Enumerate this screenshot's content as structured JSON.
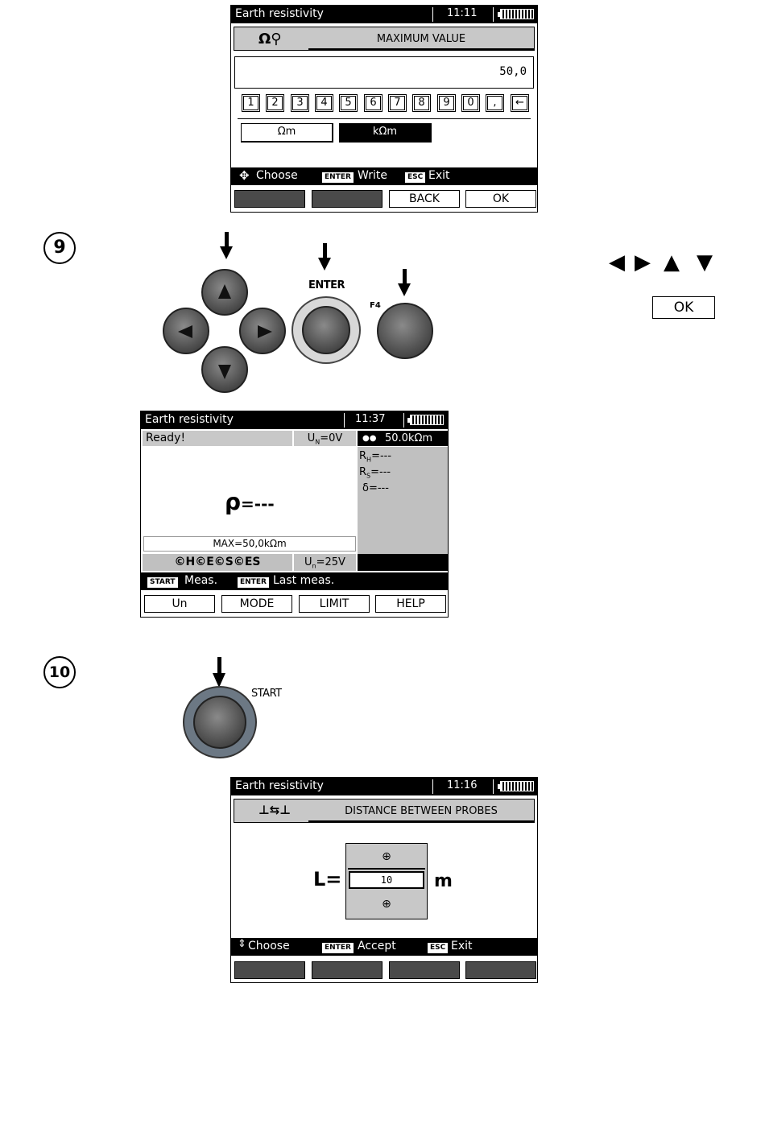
{
  "screen1": {
    "title": "Earth resistivity",
    "time": "11:11",
    "header_label": "MAXIMUM VALUE",
    "header_icon": "resistance-limit-icon",
    "value": "50,0",
    "keys": [
      "1",
      "2",
      "3",
      "4",
      "5",
      "6",
      "7",
      "8",
      "9",
      "0",
      ",",
      "←"
    ],
    "unit_options": [
      "Ωm",
      "kΩm"
    ],
    "selected_unit": "kΩm",
    "hint_choose": "Choose",
    "hint_enter_tag": "ENTER",
    "hint_write": "Write",
    "hint_esc_tag": "ESC",
    "hint_exit": "Exit",
    "fbuttons": [
      "",
      "",
      "BACK",
      "OK"
    ]
  },
  "step9": {
    "number": "9",
    "enter_label": "ENTER",
    "f4_label": "F4",
    "ok_box": "OK",
    "arrow_symbols": [
      "◀",
      "▶",
      "▲",
      "▼"
    ]
  },
  "screen2": {
    "title": "Earth resistivity",
    "time": "11:37",
    "status": "Ready!",
    "un_value": "U",
    "un_sub": "N",
    "un_rest": "=0V",
    "range": "50.0kΩm",
    "rh": "R",
    "rh_sub": "H",
    "rh_rest": "=---",
    "rs": "R",
    "rs_sub": "S",
    "rs_rest": "=---",
    "delta": "δ",
    "delta_rest": "=---",
    "rho": "ρ",
    "rho_rest": "=---",
    "max": "MAX=50,0kΩm",
    "noise": "©H©E©S©ES",
    "un_test": "U",
    "un_test_sub": "n",
    "un_test_rest": "=25V",
    "hint_start_tag": "START",
    "hint_meas": "Meas.",
    "hint_enter_tag": "ENTER",
    "hint_last": "Last meas.",
    "fbuttons": [
      "Un",
      "MODE",
      "LIMIT",
      "HELP"
    ]
  },
  "step10": {
    "number": "10",
    "start_label": "START"
  },
  "screen3": {
    "title": "Earth resistivity",
    "time": "11:16",
    "header_label": "DISTANCE BETWEEN PROBES",
    "header_icon": "probes-distance-icon",
    "l_label": "L=",
    "value": "10",
    "unit": "m",
    "hint_choose": "Choose",
    "hint_enter_tag": "ENTER",
    "hint_accept": "Accept",
    "hint_esc_tag": "ESC",
    "hint_exit": "Exit",
    "fbuttons": [
      "",
      "",
      "",
      ""
    ]
  }
}
